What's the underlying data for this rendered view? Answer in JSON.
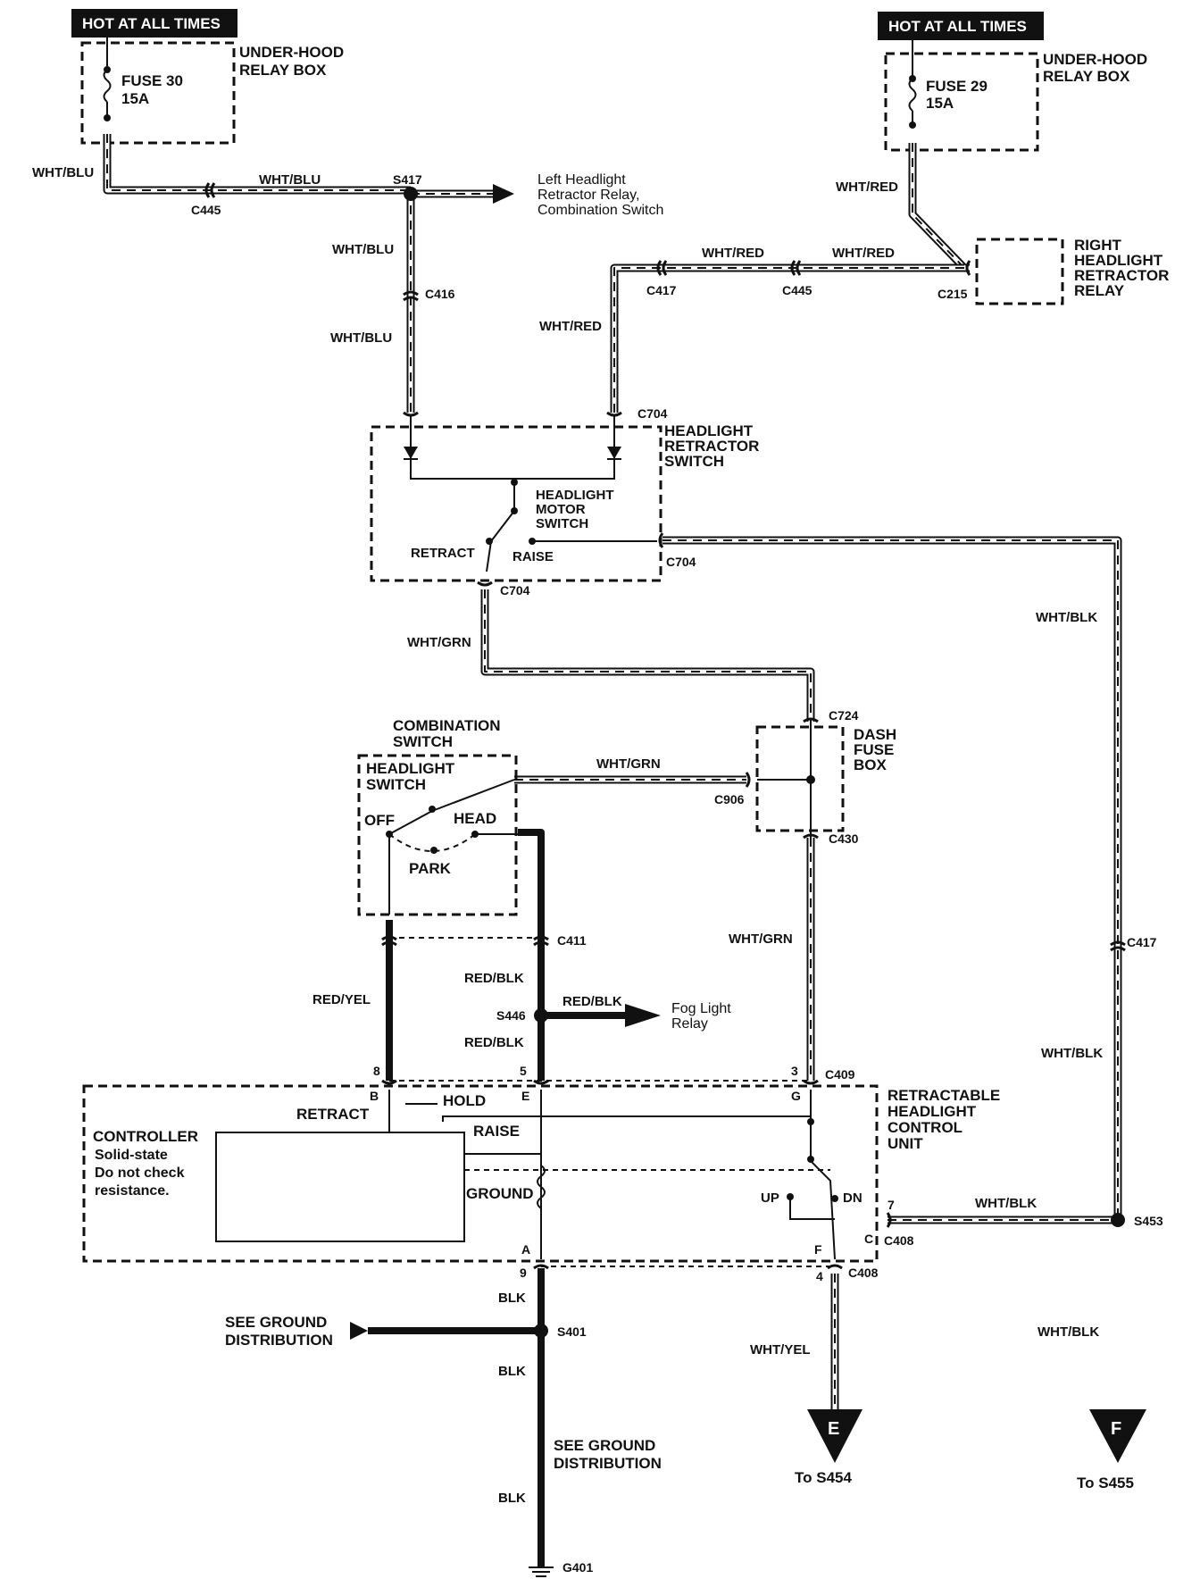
{
  "hot_labels": [
    "HOT AT ALL TIMES",
    "HOT AT ALL TIMES"
  ],
  "relay_box": {
    "left": {
      "title_line1": "UNDER-HOOD",
      "title_line2": "RELAY BOX",
      "fuse": "FUSE 30",
      "amps": "15A"
    },
    "right": {
      "title_line1": "UNDER-HOOD",
      "title_line2": "RELAY BOX",
      "fuse": "FUSE 29",
      "amps": "15A"
    }
  },
  "wire_colors": {
    "wht_blu": "WHT/BLU",
    "wht_red": "WHT/RED",
    "wht_grn": "WHT/GRN",
    "wht_blk": "WHT/BLK",
    "red_yel": "RED/YEL",
    "red_blk": "RED/BLK",
    "wht_yel": "WHT/YEL",
    "blk": "BLK"
  },
  "connectors": {
    "c445": "C445",
    "c416": "C416",
    "c417": "C417",
    "c215": "C215",
    "c704": "C704",
    "c724": "C724",
    "c906": "C906",
    "c430": "C430",
    "c411": "C411",
    "c409": "C409",
    "c408": "C408"
  },
  "splices": {
    "s417": "S417",
    "s446": "S446",
    "s453": "S453",
    "s401": "S401"
  },
  "ground": "G401",
  "texts": {
    "left_headlight_line1": "Left Headlight",
    "left_headlight_line2": "Retractor Relay,",
    "left_headlight_line3": "Combination Switch",
    "right_relay_line1": "RIGHT",
    "right_relay_line2": "HEADLIGHT",
    "right_relay_line3": "RETRACTOR",
    "right_relay_line4": "RELAY",
    "retractor_switch_line1": "HEADLIGHT",
    "retractor_switch_line2": "RETRACTOR",
    "retractor_switch_line3": "SWITCH",
    "motor_switch_line1": "HEADLIGHT",
    "motor_switch_line2": "MOTOR",
    "motor_switch_line3": "SWITCH",
    "retract": "RETRACT",
    "raise": "RAISE",
    "combination_line1": "COMBINATION",
    "combination_line2": "SWITCH",
    "headlight_switch_line1": "HEADLIGHT",
    "headlight_switch_line2": "SWITCH",
    "off": "OFF",
    "head": "HEAD",
    "park": "PARK",
    "dash_line1": "DASH",
    "dash_line2": "FUSE",
    "dash_line3": "BOX",
    "fog_line1": "Fog Light",
    "fog_line2": "Relay",
    "hold": "HOLD",
    "controller": "CONTROLLER",
    "controller_note1": "Solid-state",
    "controller_note2": "Do not check",
    "controller_note3": "resistance.",
    "ground_word": "GROUND",
    "up": "UP",
    "dn": "DN",
    "unit_line1": "RETRACTABLE",
    "unit_line2": "HEADLIGHT",
    "unit_line3": "CONTROL",
    "unit_line4": "UNIT",
    "see_ground_1a": "SEE GROUND",
    "see_ground_1b": "DISTRIBUTION",
    "see_ground_2a": "SEE GROUND",
    "see_ground_2b": "DISTRIBUTION",
    "to_s454": "To S454",
    "to_s455": "To S455"
  },
  "pins": {
    "p8": "8",
    "p5": "5",
    "p3": "3",
    "p7": "7",
    "p9": "9",
    "p4": "4",
    "b": "B",
    "e": "E",
    "g": "G",
    "c": "C",
    "a": "A",
    "f": "F"
  },
  "arrows": {
    "e": "E",
    "f": "F"
  }
}
